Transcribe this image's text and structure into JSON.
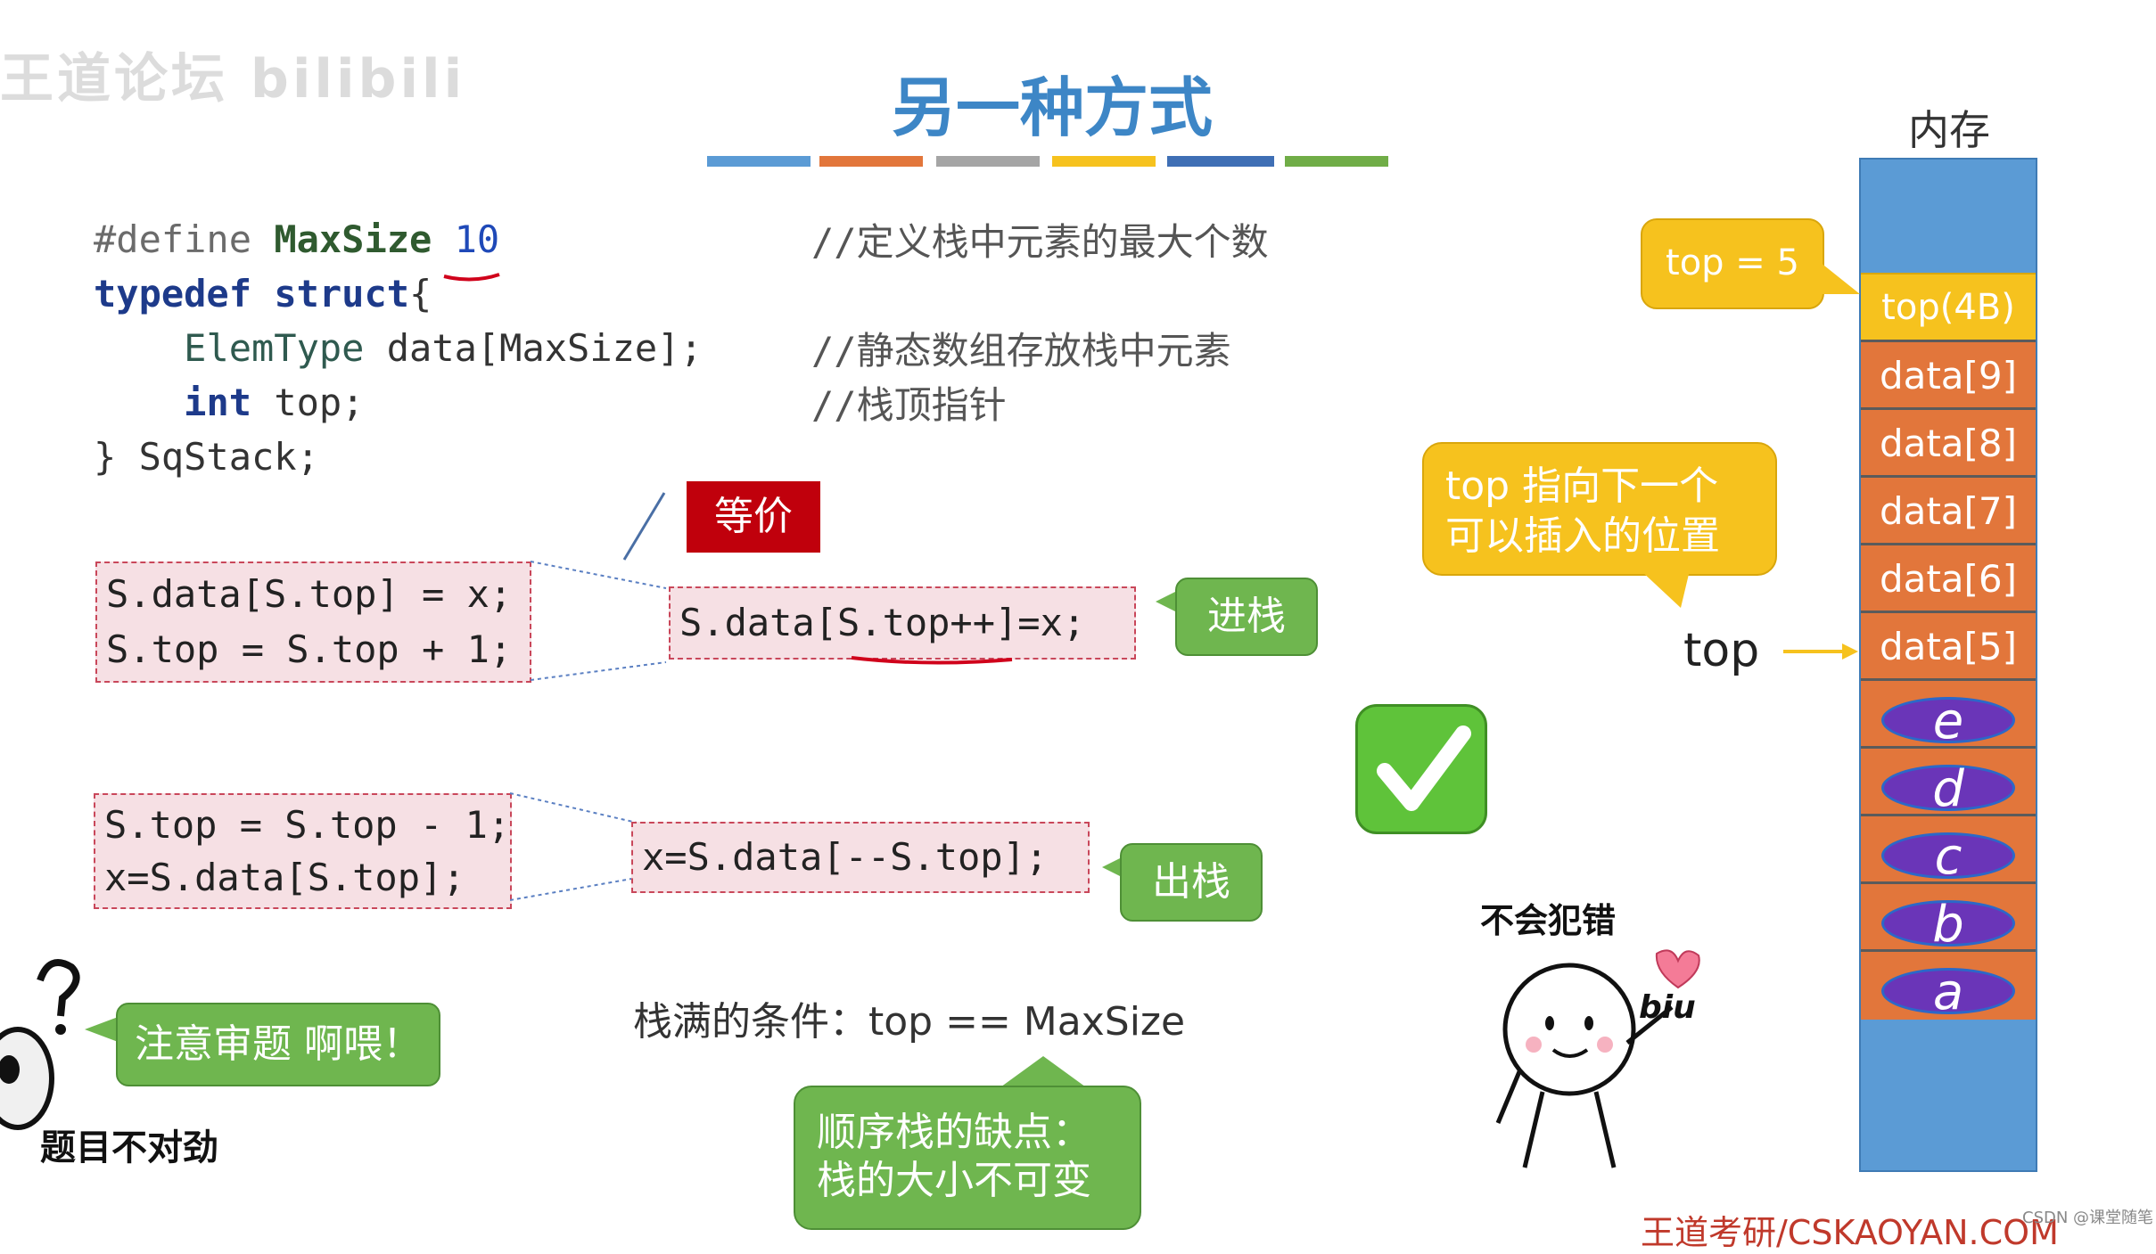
{
  "watermark": {
    "text": "王道论坛 bilibili"
  },
  "slide": {
    "title": "另一种方式",
    "color_bars": [
      "#5b9bd5",
      "#e2763b",
      "#a5a5a5",
      "#f6c21e",
      "#3f6fb5",
      "#70ad47"
    ]
  },
  "code": {
    "line1": {
      "directive": "#define",
      "name": "MaxSize",
      "value": "10",
      "comment": "//定义栈中元素的最大个数"
    },
    "line2": {
      "kw1": "typedef",
      "kw2": "struct",
      "brace": "{"
    },
    "line3": {
      "type": "ElemType",
      "decl": "data[MaxSize];",
      "comment": "//静态数组存放栈中元素"
    },
    "line4": {
      "kw": "int",
      "decl": "top;",
      "comment": "//栈顶指针"
    },
    "line5": {
      "text": "} SqStack;"
    }
  },
  "push": {
    "equiv_label": "等价",
    "before_line1": "S.data[S.top] = x;",
    "before_line2": "S.top = S.top + 1;",
    "after": "S.data[S.top++]=x;",
    "bubble": "进栈"
  },
  "pop": {
    "before_line1": "S.top = S.top - 1;",
    "before_line2": "x=S.data[S.top];",
    "after": "x=S.data[--S.top];",
    "bubble": "出栈"
  },
  "check_icon": "check-mark-icon",
  "notes": {
    "full_condition": "栈满的条件：top == MaxSize",
    "drawback_line1": "顺序栈的缺点：",
    "drawback_line2": "栈的大小不可变",
    "caution_bubble": "注意审题 啊喂！",
    "caution_caption": "题目不对劲",
    "no_mistake": "不会犯错",
    "biu": "biu",
    "top_hint_line1": "top 指向下一个",
    "top_hint_line2": "可以插入的位置"
  },
  "memory": {
    "title": "内存",
    "top_value_bubble": "top = 5",
    "top_cell": "top(4B)",
    "cells": [
      "data[9]",
      "data[8]",
      "data[7]",
      "data[6]",
      "data[5]"
    ],
    "elements": [
      "e",
      "d",
      "c",
      "b",
      "a"
    ],
    "top_pointer_label": "top"
  },
  "footer": {
    "source": "王道考研/CSKAOYAN.COM",
    "csdn": "CSDN @课堂随笔"
  }
}
